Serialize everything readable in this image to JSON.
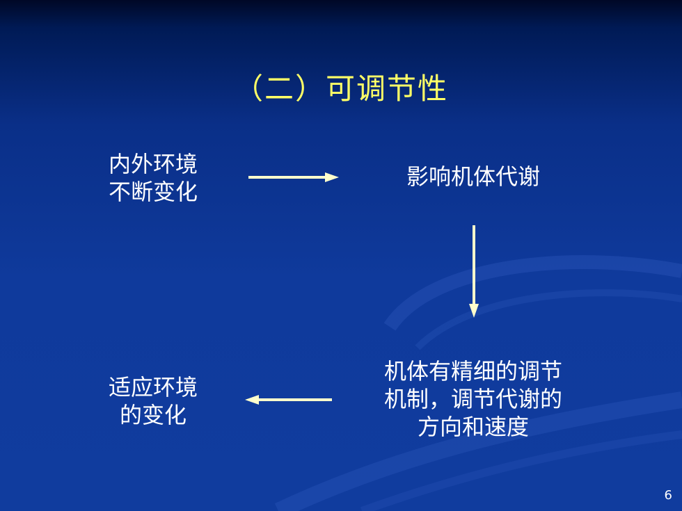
{
  "slide": {
    "title": "（二）可调节性",
    "page_number": "6"
  },
  "flow": {
    "env_change": [
      "内外环境",
      "不断变化"
    ],
    "affect_metabolism": "影响机体代谢",
    "fine_regulation": [
      "机体有精细的调节",
      "机制，调节代谢的",
      "方向和速度"
    ],
    "adapt_change": [
      "适应环境",
      "的变化"
    ]
  },
  "colors": {
    "title": "#ffff66",
    "text": "#ffffff",
    "arrow": "#ffffcc",
    "background": "#0f3a9c"
  }
}
